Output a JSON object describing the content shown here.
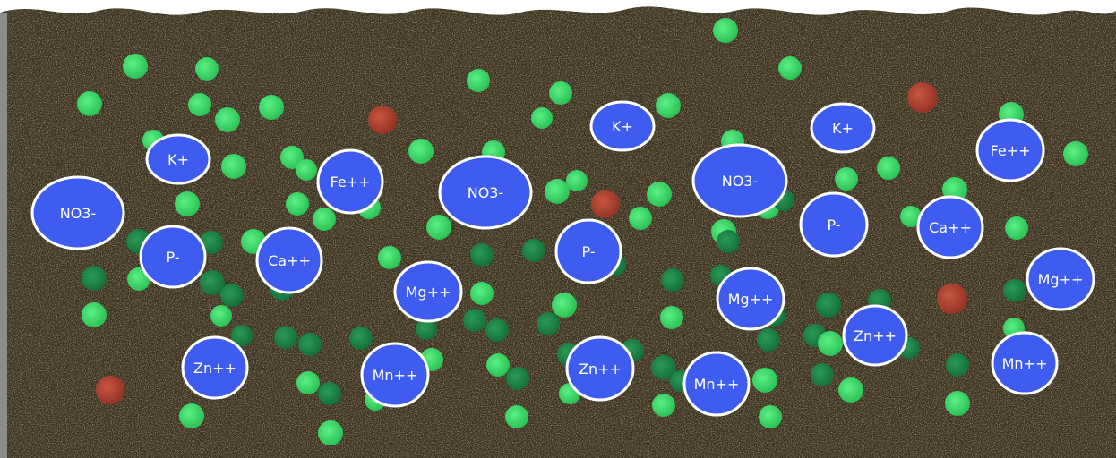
{
  "colors": {
    "soil": "#3b3222",
    "speck": "#c8b27a",
    "left_edge": "#8c8c8c",
    "ion_fill": "#3f5cf0",
    "ion_stroke": "#ffffff",
    "green_bright": "#3fe06a",
    "green_dark": "#1f8a48",
    "red_particle": "#b5432f"
  },
  "ions": [
    {
      "label": "NO3-"
    },
    {
      "label": "K+"
    },
    {
      "label": "Fe++"
    },
    {
      "label": "P-"
    },
    {
      "label": "Ca++"
    },
    {
      "label": "Zn++"
    },
    {
      "label": "Mg++"
    },
    {
      "label": "Mn++"
    },
    {
      "label": "NO3-"
    },
    {
      "label": "P-"
    },
    {
      "label": "Zn++"
    },
    {
      "label": "K+"
    },
    {
      "label": "NO3-"
    },
    {
      "label": "Mg++"
    },
    {
      "label": "Mn++"
    },
    {
      "label": "K+"
    },
    {
      "label": "P-"
    },
    {
      "label": "Ca++"
    },
    {
      "label": "Zn++"
    },
    {
      "label": "Fe++"
    },
    {
      "label": "Mg++"
    },
    {
      "label": "Mn++"
    }
  ]
}
